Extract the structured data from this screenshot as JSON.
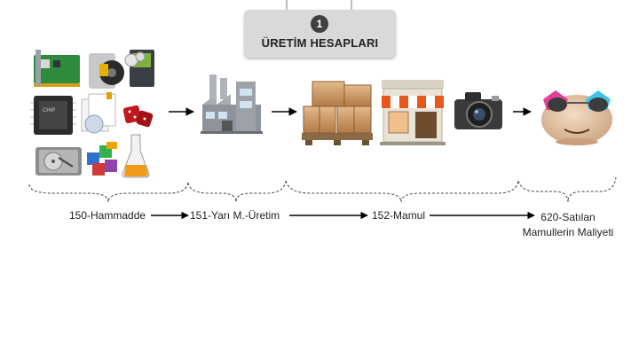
{
  "header": {
    "step_number": "1",
    "title": "ÜRETİM HESAPLARI"
  },
  "accounts": [
    {
      "label": "150-Hammadde"
    },
    {
      "label": "151-Yarı M.-Üretim"
    },
    {
      "label": "152-Mamul"
    },
    {
      "label_line1": "620-Satılan",
      "label_line2": "Mamullerin Maliyeti"
    }
  ],
  "icons": {
    "raw_materials": [
      "network-card-icon",
      "film-reel-icon",
      "software-box-icon",
      "cpu-chip-icon",
      "documents-icon",
      "dice-icon",
      "hard-drive-icon",
      "blocks-icon",
      "flask-icon"
    ],
    "factory": "factory-icon",
    "products": [
      "boxes-pallet-icon",
      "shop-icon",
      "camera-icon"
    ],
    "customer": "customer-emoji-icon"
  }
}
